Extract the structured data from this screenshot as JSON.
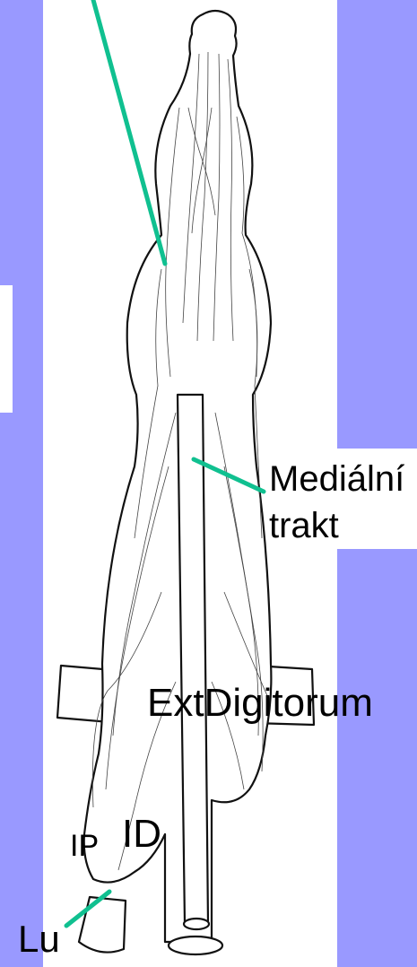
{
  "colors": {
    "background": "#9999ff",
    "panel": "#ffffff",
    "leader_line": "#10c090",
    "ink": "#000000"
  },
  "labels": {
    "medialni": "Mediální",
    "trakt": "trakt",
    "ext_digitorum": "ExtDigitorum",
    "ip": "IP",
    "id": "ID",
    "lu": "Lu"
  }
}
